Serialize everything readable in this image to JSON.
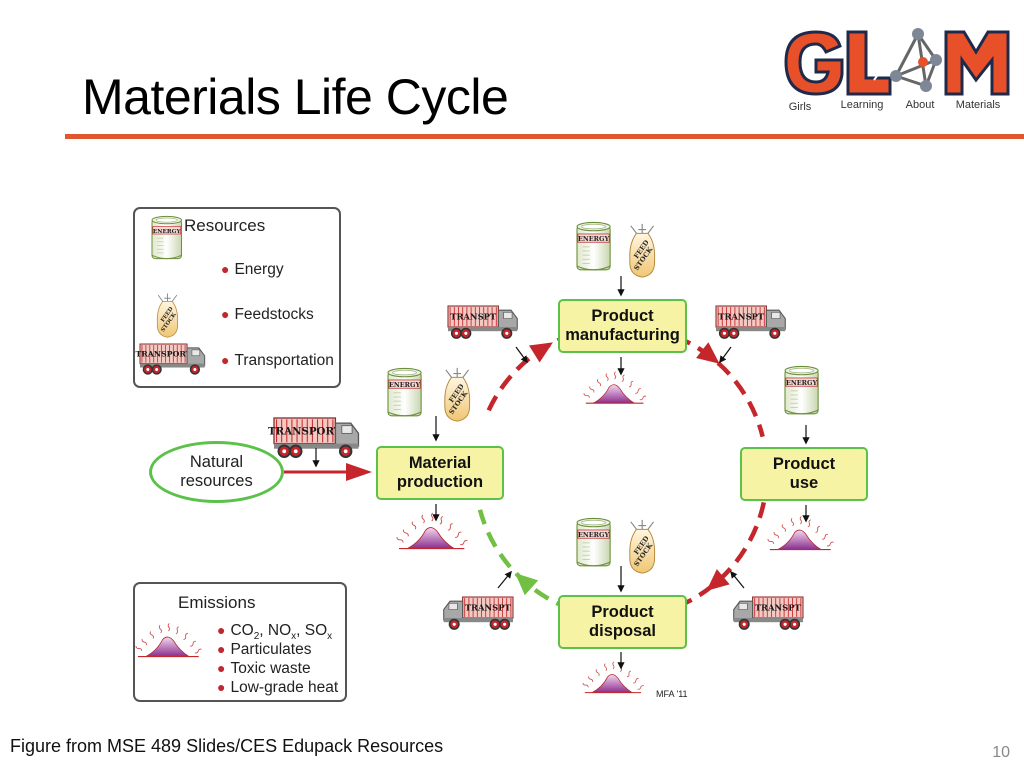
{
  "slide": {
    "title": "Materials Life Cycle",
    "footer": "Figure from MSE 489 Slides/CES Edupack Resources",
    "page_number": "10",
    "accent_color": "#e0562f"
  },
  "logo": {
    "letters": [
      "G",
      "L",
      "A",
      "M"
    ],
    "words": [
      "Girls",
      "Learning",
      "About",
      "Materials"
    ],
    "brand_color": "#e8502a",
    "outline_color": "#1f2a4a"
  },
  "legend_resources": {
    "heading": "Resources",
    "items": [
      {
        "icon": "energy-can-icon",
        "label": "Energy"
      },
      {
        "icon": "feedstock-bag-icon",
        "label": "Feedstocks"
      },
      {
        "icon": "transport-truck-icon",
        "label": "Transportation"
      }
    ]
  },
  "legend_emissions": {
    "heading": "Emissions",
    "icon": "emissions-heap-icon",
    "items": [
      {
        "parts": [
          "CO",
          "2",
          ", NO",
          "x",
          ", SO",
          "x"
        ]
      },
      {
        "label": "Particulates"
      },
      {
        "label": "Toxic waste"
      },
      {
        "label": "Low-grade heat"
      }
    ]
  },
  "diagram": {
    "source_node": "Natural\nresources",
    "nodes": {
      "material_production": "Material\nproduction",
      "product_manufacturing": "Product\nmanufacturing",
      "product_use": "Product\nuse",
      "product_disposal": "Product\ndisposal"
    },
    "icon_labels": {
      "energy": "ENERGY",
      "feed": "FEED",
      "stock": "STOCK",
      "transport_full": "TRANSPORT",
      "transport_short": "TRANSPT"
    },
    "colors": {
      "cycle_red": "#c4262b",
      "cycle_green": "#71c043",
      "node_fill": "#f7f3a4",
      "node_border": "#5cc14a"
    },
    "credit": "MFA '11"
  }
}
